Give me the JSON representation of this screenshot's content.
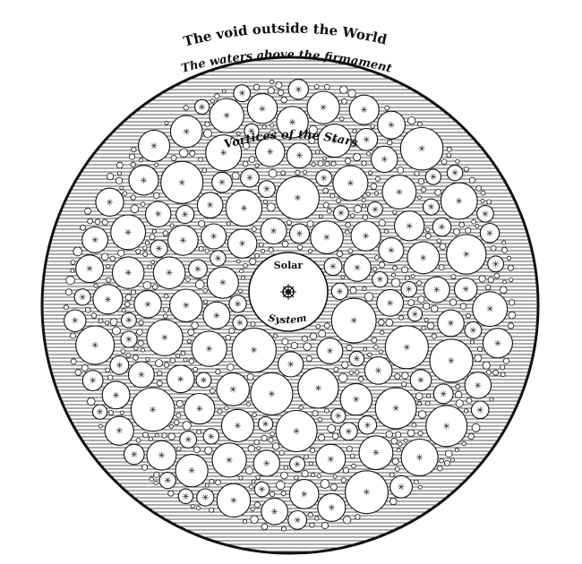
{
  "labels": {
    "void": "The void outside the World",
    "waters": "The waters above the firmament",
    "vortices": "Vortices of the Stars",
    "solar_line1": "Solar",
    "solar_line2": "System"
  },
  "colors": {
    "ink": "#111111",
    "paper": "#ffffff"
  }
}
